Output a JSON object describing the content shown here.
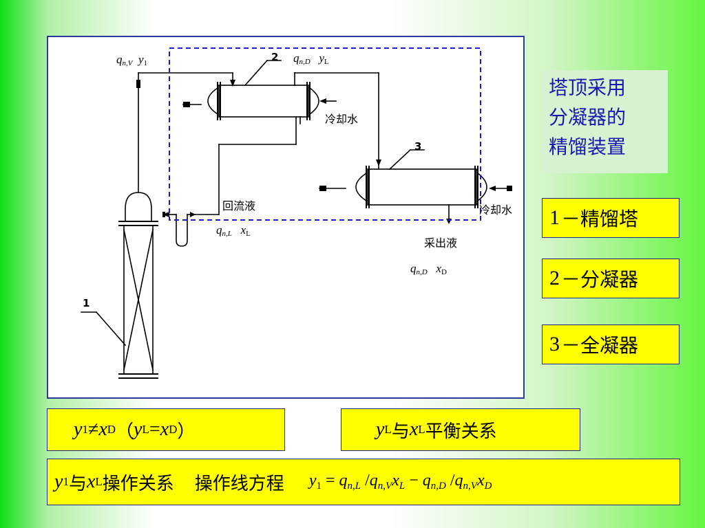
{
  "labels": {
    "top_left": {
      "q": "q",
      "q_sub": "n,V",
      "y": "y",
      "y_sub": "1"
    },
    "top_mid": {
      "q": "q",
      "q_sub": "n,D",
      "y": "y",
      "y_sub": "L"
    },
    "reflux": {
      "text": "回流液",
      "q": "q",
      "q_sub": "n,L",
      "x": "x",
      "x_sub": "L"
    },
    "product": {
      "text": "采出液",
      "q": "q",
      "q_sub": "n,D",
      "x": "x",
      "x_sub": "D"
    },
    "cooling_water_1": "冷却水",
    "cooling_water_2": "冷却水",
    "num1": "1",
    "num2": "2",
    "num3": "3"
  },
  "note": {
    "line1": "塔顶采用",
    "line2": "分凝器的",
    "line3": "精馏装置"
  },
  "legend": [
    {
      "num": "1",
      "dash": "－",
      "text": "精馏塔"
    },
    {
      "num": "2",
      "dash": "－",
      "text": "分凝器"
    },
    {
      "num": "3",
      "dash": "－",
      "text": "全凝器"
    }
  ],
  "box1": {
    "y": "y",
    "y_sub": "1",
    "neq": "≠",
    "x": "x",
    "x_sub": "D",
    "lp": "（ ",
    "y2": "y",
    "y2_sub": "L",
    "eq": "=",
    "x2": "x",
    "x2_sub": "D",
    "rp": "）"
  },
  "box2": {
    "y": "y",
    "y_sub": "L",
    "with": "与 ",
    "x": "x",
    "x_sub": "L",
    "text": "平衡关系"
  },
  "box3": {
    "y": "y",
    "y_sub": "1",
    "with": "与 ",
    "x": "x",
    "x_sub": "L",
    "text1": "操作关系",
    "text2": "操作线方程",
    "eq": {
      "lhs": "y",
      "lhs_sub": "1",
      "eq": " = ",
      "q1": "q",
      "q1_sub": "n,L",
      "div1": " /",
      "q2": "q",
      "q2_sub": "n,V",
      "x1": "x",
      "x1_sub": "L",
      "minus": " − ",
      "q3": "q",
      "q3_sub": "n,D",
      "div2": " /",
      "q4": "q",
      "q4_sub": "n,V",
      "x2": "x",
      "x2_sub": "D"
    }
  },
  "colors": {
    "legend_bg": "#ffff00",
    "note_bg": "#d6f2d0",
    "note_text": "#1818b0",
    "panel_border": "#2a3aa0",
    "dashed_box": "#1a1acc"
  }
}
